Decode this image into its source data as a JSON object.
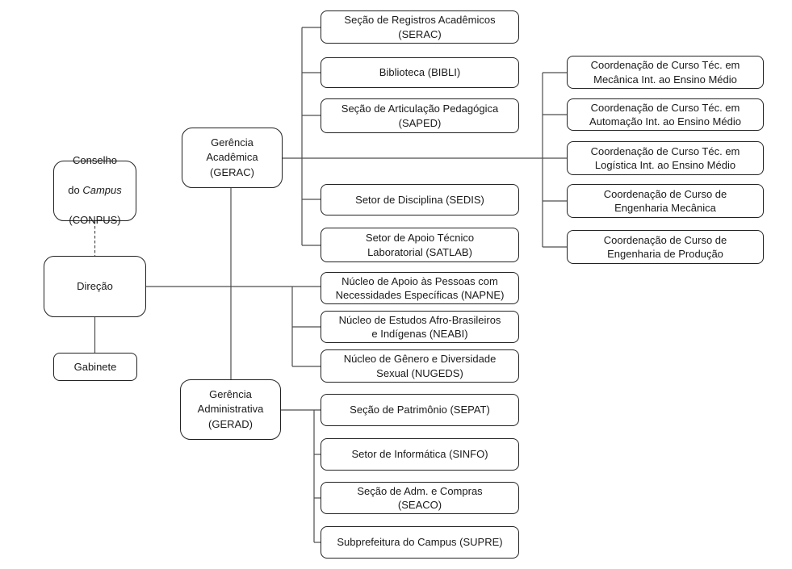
{
  "boxes": {
    "conselho": {
      "line1": "Conselho",
      "line2_prefix": "do ",
      "line2_italic": "Campus",
      "line3": "(CONPUS)"
    },
    "direcao": {
      "lines": [
        "Direção"
      ]
    },
    "gabinete": {
      "lines": [
        "Gabinete"
      ]
    },
    "gerac": {
      "lines": [
        "Gerência",
        "Acadêmica",
        "(GERAC)"
      ]
    },
    "gerad": {
      "lines": [
        "Gerência",
        "Administrativa",
        "(GERAD)"
      ]
    },
    "serac": {
      "lines": [
        "Seção de Registros Acadêmicos",
        "(SERAC)"
      ]
    },
    "bibli": {
      "lines": [
        "Biblioteca (BIBLI)"
      ]
    },
    "saped": {
      "lines": [
        "Seção de Articulação Pedagógica",
        "(SAPED)"
      ]
    },
    "sedis": {
      "lines": [
        "Setor de Disciplina (SEDIS)"
      ]
    },
    "satlab": {
      "lines": [
        "Setor de Apoio Técnico",
        "Laboratorial (SATLAB)"
      ]
    },
    "napne": {
      "lines": [
        "Núcleo de Apoio às Pessoas com",
        "Necessidades Específicas (NAPNE)"
      ]
    },
    "neabi": {
      "lines": [
        "Núcleo de Estudos Afro-Brasileiros",
        "e Indígenas (NEABI)"
      ]
    },
    "nugeds": {
      "lines": [
        "Núcleo de Gênero e Diversidade",
        "Sexual (NUGEDS)"
      ]
    },
    "sepat": {
      "lines": [
        "Seção de Patrimônio (SEPAT)"
      ]
    },
    "sinfo": {
      "lines": [
        "Setor de Informática (SINFO)"
      ]
    },
    "seaco": {
      "lines": [
        "Seção de Adm. e Compras",
        "(SEACO)"
      ]
    },
    "supre": {
      "lines": [
        "Subprefeitura do Campus (SUPRE)"
      ]
    },
    "coordmec": {
      "lines": [
        "Coordenação de Curso Téc. em",
        "Mecânica Int. ao Ensino Médio"
      ]
    },
    "coordauto": {
      "lines": [
        "Coordenação de Curso Téc. em",
        "Automação Int. ao Ensino Médio"
      ]
    },
    "coordlog": {
      "lines": [
        "Coordenação de Curso Téc. em",
        "Logística Int. ao Ensino Médio"
      ]
    },
    "coordengmec": {
      "lines": [
        "Coordenação de Curso de",
        "Engenharia Mecânica"
      ]
    },
    "coordengprod": {
      "lines": [
        "Coordenação de Curso de",
        "Engenharia de Produção"
      ]
    }
  },
  "edges": [
    {
      "from": "conselho",
      "to": "direcao",
      "style": "dashed"
    },
    {
      "from": "direcao",
      "to": "gabinete",
      "style": "solid"
    },
    {
      "from": "direcao",
      "to": "gerac",
      "style": "solid"
    },
    {
      "from": "direcao",
      "to": "gerad",
      "style": "solid"
    },
    {
      "from": "direcao",
      "to": "napne",
      "style": "solid"
    },
    {
      "from": "direcao",
      "to": "neabi",
      "style": "solid"
    },
    {
      "from": "direcao",
      "to": "nugeds",
      "style": "solid"
    },
    {
      "from": "gerac",
      "to": "serac",
      "style": "solid"
    },
    {
      "from": "gerac",
      "to": "bibli",
      "style": "solid"
    },
    {
      "from": "gerac",
      "to": "saped",
      "style": "solid"
    },
    {
      "from": "gerac",
      "to": "sedis",
      "style": "solid"
    },
    {
      "from": "gerac",
      "to": "satlab",
      "style": "solid"
    },
    {
      "from": "gerac",
      "to": "coordmec",
      "style": "solid"
    },
    {
      "from": "gerac",
      "to": "coordauto",
      "style": "solid"
    },
    {
      "from": "gerac",
      "to": "coordlog",
      "style": "solid"
    },
    {
      "from": "gerac",
      "to": "coordengmec",
      "style": "solid"
    },
    {
      "from": "gerac",
      "to": "coordengprod",
      "style": "solid"
    },
    {
      "from": "gerad",
      "to": "sepat",
      "style": "solid"
    },
    {
      "from": "gerad",
      "to": "sinfo",
      "style": "solid"
    },
    {
      "from": "gerad",
      "to": "seaco",
      "style": "solid"
    },
    {
      "from": "gerad",
      "to": "supre",
      "style": "solid"
    }
  ],
  "colors": {
    "background": "#ffffff",
    "box_border": "#222222",
    "connector": "#4d4d4d",
    "text": "#1a1a1a"
  }
}
